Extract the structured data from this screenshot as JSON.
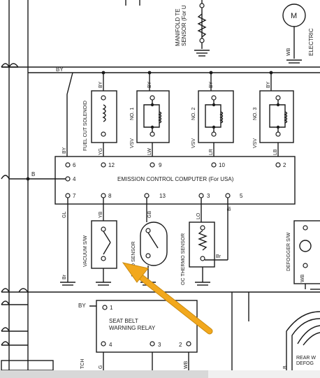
{
  "labels": {
    "manifold_sensor": "MANIFOLD TE",
    "manifold_sensor_2": "SENSOR (For U",
    "motor": "M",
    "electric": "ELECTRIC",
    "wire_wb_top": "WB",
    "wire_by_top": "BY",
    "fuel_cut": "FUEL CUT SOLENOID",
    "vsv1": "NO. 1",
    "vsv2": "NO. 2",
    "vsv3": "NO. 3",
    "vsv": "VSV",
    "wire_by": "BY",
    "wire_yg": "YG",
    "wire_lw": "LW",
    "wire_lr": "LR",
    "wire_lb": "LB",
    "wire_b": "B",
    "wire_gl": "GL",
    "wire_yb": "YB",
    "wire_gb": "GB",
    "wire_lo": "LO",
    "wire_br": "Br",
    "wire_wb": "WB",
    "wire_g": "G",
    "ecu_title": "EMISSION CONTROL COMPUTER (For USA)",
    "pin_6": "6",
    "pin_12": "12",
    "pin_9": "9",
    "pin_10": "10",
    "pin_2": "2",
    "pin_4": "4",
    "pin_7": "7",
    "pin_8": "8",
    "pin_13": "13",
    "pin_3": "3",
    "pin_5": "5",
    "vacuum_sw": "VACUUM S/W",
    "speed_sensor": "PEED SENSOR",
    "thermo_sensor": "OC THERMO SENSOR",
    "defogger_sw": "DEFOGGER S/W",
    "seat_belt_1": "SEAT BELT",
    "seat_belt_2": "WARNING RELAY",
    "relay_pin_1": "1",
    "relay_pin_4": "4",
    "relay_pin_3": "3",
    "relay_pin_2": "2",
    "rear_w": "REAR W",
    "defog": "DEFOG",
    "tch": "TCH"
  },
  "colors": {
    "line": "#1a1a1a",
    "arrow": "#f2a81d",
    "arrow_stroke": "#c98a10"
  }
}
